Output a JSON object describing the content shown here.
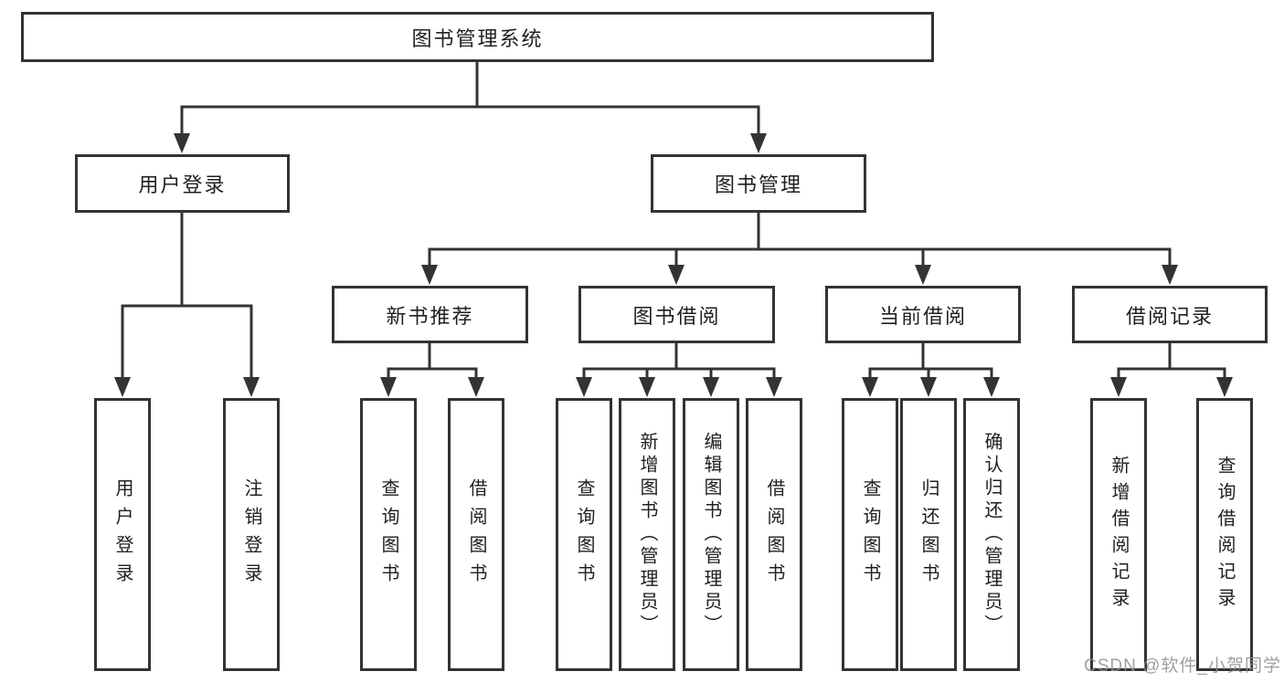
{
  "tree": {
    "root": {
      "label": "图书管理系统"
    },
    "children": [
      {
        "label": "用户登录",
        "children": [
          {
            "label": "用户登录"
          },
          {
            "label": "注销登录"
          }
        ]
      },
      {
        "label": "图书管理",
        "children": [
          {
            "label": "新书推荐",
            "children": [
              {
                "label": "查询图书"
              },
              {
                "label": "借阅图书"
              }
            ]
          },
          {
            "label": "图书借阅",
            "children": [
              {
                "label": "查询图书"
              },
              {
                "label": "新增图书（管理员）"
              },
              {
                "label": "编辑图书（管理员）"
              },
              {
                "label": "借阅图书"
              }
            ]
          },
          {
            "label": "当前借阅",
            "children": [
              {
                "label": "查询图书"
              },
              {
                "label": "归还图书"
              },
              {
                "label": "确认归还（管理员）"
              }
            ]
          },
          {
            "label": "借阅记录",
            "children": [
              {
                "label": "新增借阅记录"
              },
              {
                "label": "查询借阅记录"
              }
            ]
          }
        ]
      }
    ]
  },
  "watermark": {
    "text": "CSDN @软件_小贺同学"
  },
  "colors": {
    "line": "#333333",
    "box_border": "#333333",
    "box_fill": "#ffffff",
    "text": "#1f1f1f",
    "watermark": "#8f8f8f",
    "background": "#ffffff"
  }
}
